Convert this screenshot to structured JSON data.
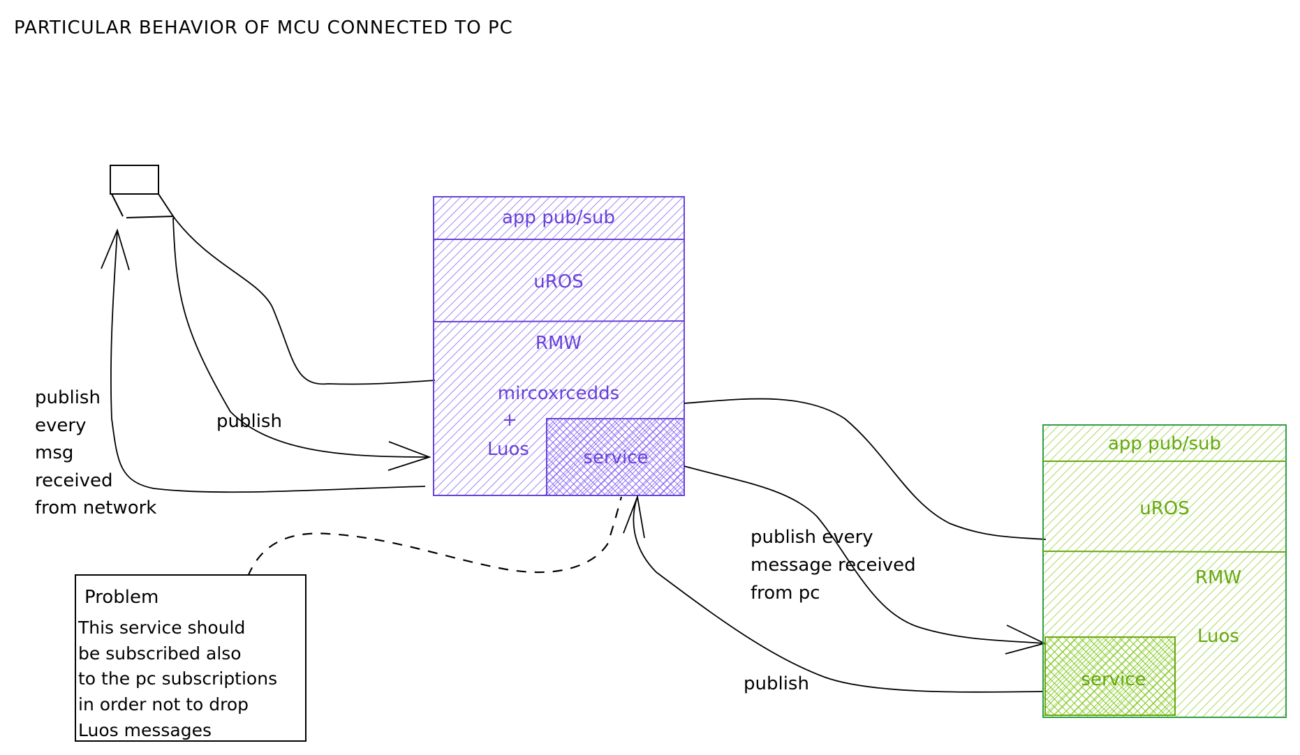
{
  "title": "PARTICULAR BEHAVIOR OF MCU CONNECTED TO PC",
  "colors": {
    "mcu_stroke": "#6741d9",
    "mcu_text": "#6741d9",
    "pc_stroke": "#2f9e44",
    "pc_hatch": "#82c91e",
    "pc_text": "#66a80f",
    "connector": "#000000"
  },
  "mcu_stack": {
    "layers": [
      "app pub/sub",
      "uROS",
      "RMW",
      "mircoxrcedds",
      "+",
      "Luos"
    ],
    "service_label": "service"
  },
  "pc_stack": {
    "layers": [
      "app pub/sub",
      "uROS",
      "RMW",
      "Luos"
    ],
    "service_label": "service"
  },
  "labels": {
    "left_publish_lines": [
      "publish",
      "every",
      "msg",
      "received",
      "from network"
    ],
    "mid_publish": "publish",
    "right_publish_lines": [
      "publish every",
      "message received",
      "from pc"
    ],
    "bottom_publish": "publish"
  },
  "problem": {
    "title": "Problem",
    "lines": [
      "This service should",
      "be subscribed also",
      "to the pc subscriptions",
      "in order not to drop",
      "Luos messages"
    ]
  },
  "icons": {
    "network_node": "network-node-icon"
  }
}
